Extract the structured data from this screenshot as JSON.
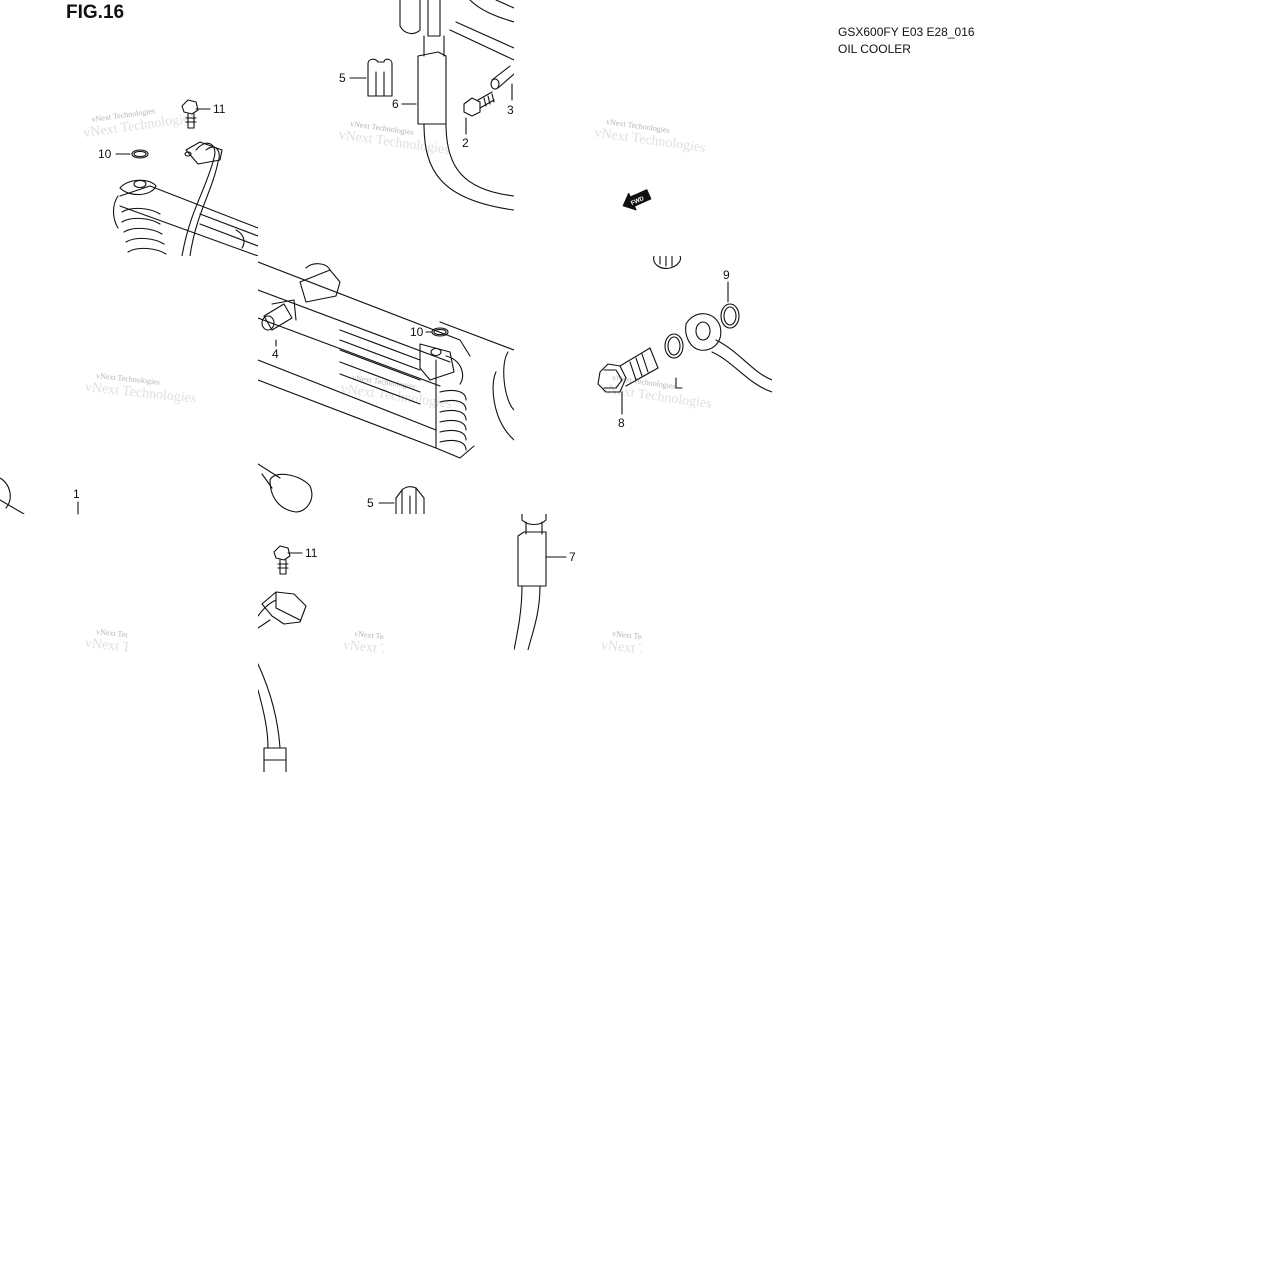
{
  "figure": {
    "label": "FIG.16"
  },
  "header": {
    "model_code": "GSX600FY E03 E28_016",
    "section_title": "OIL COOLER"
  },
  "fwd_symbol": {
    "text": "FWD",
    "icon": "fwd-arrow-icon"
  },
  "watermark": {
    "text": "vNext Technologies"
  },
  "callouts": [
    {
      "id": "c1",
      "text": "1"
    },
    {
      "id": "c2",
      "text": "2"
    },
    {
      "id": "c3",
      "text": "3"
    },
    {
      "id": "c4",
      "text": "4"
    },
    {
      "id": "c5a",
      "text": "5"
    },
    {
      "id": "c5b",
      "text": "5"
    },
    {
      "id": "c6",
      "text": "6"
    },
    {
      "id": "c7",
      "text": "7"
    },
    {
      "id": "c8",
      "text": "8"
    },
    {
      "id": "c9",
      "text": "9"
    },
    {
      "id": "c10a",
      "text": "10"
    },
    {
      "id": "c10b",
      "text": "10"
    },
    {
      "id": "c11a",
      "text": "11"
    },
    {
      "id": "c11b",
      "text": "11"
    }
  ]
}
